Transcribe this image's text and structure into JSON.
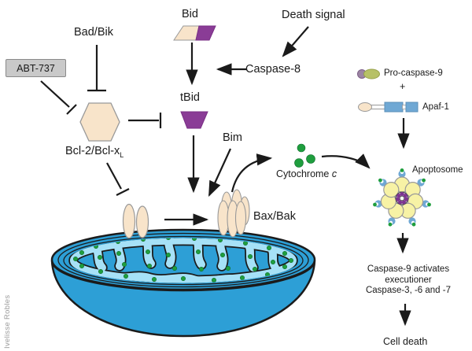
{
  "labels": {
    "bid": "Bid",
    "bad_bik": "Bad/Bik",
    "death_signal": "Death signal",
    "abt_737": "ABT-737",
    "caspase_8": "Caspase-8",
    "tbid": "tBid",
    "bcl2": {
      "main": "Bcl-2/Bcl-x",
      "sub": "L"
    },
    "bim": "Bim",
    "cytochrome": {
      "name": "Cytochrome",
      "c": "c"
    },
    "pro_caspase_9": "Pro-caspase-9",
    "plus": "+",
    "apaf_1": "Apaf-1",
    "apoptosome": "Apoptosome",
    "bax_bak": "Bax/Bak",
    "cascade": {
      "line1": "Caspase-9 activates",
      "line2": "executioner",
      "line3": "Caspase-3, -6 and -7"
    },
    "cell_death": "Cell death",
    "credit": "Ivelisse Robles"
  },
  "colors": {
    "peach": "#F8E4CA",
    "purple": "#8A3C96",
    "gray_box": "#C9C9C9",
    "olive": "#B7C167",
    "mauve": "#9C85A3",
    "protein_blue": "#6FA8D4",
    "mito_blue": "#2D9FD6",
    "crista_blue": "#A6E1F7",
    "dot_green": "#1F9E3E",
    "apoptosome_yellow": "#F7F2A5",
    "outline": "#1A1A1A"
  }
}
